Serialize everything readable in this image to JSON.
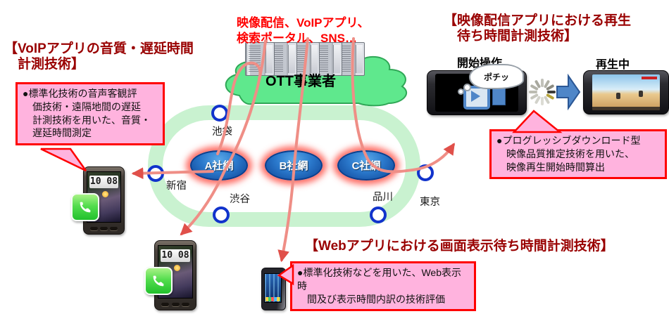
{
  "colors": {
    "accent_red": "#ff0000",
    "title_maroon": "#990000",
    "callout_pink": "#ffb3de",
    "line_salmon": "#ef8e86",
    "ring_green": "#c9f2d0",
    "cloud_green": "#5fe88d",
    "operator_blue": "#1b64b8",
    "station_border_blue": "#1133cc",
    "block_arrow_blue": "#4f86c8"
  },
  "ott": {
    "services_label": "映像配信、VoIPアプリ、\n検索ポータル、SNS…",
    "cloud_label": "OTT事業者"
  },
  "voip_section": {
    "title": "【VoIPアプリの音質・遅延時間\n　計測技術】",
    "callout": "●標準化技術の音声客観評\n　価技術・遠隔地間の遅延\n　計測技術を用いた、音質・\n　遅延時間測定"
  },
  "video_section": {
    "title": "【映像配信アプリにおける再生\n　待ち時間計測技術】",
    "start_label": "開始操作",
    "playing_label": "再生中",
    "tap_bubble": "ポチッ",
    "callout": "●プログレッシブダウンロード型\n　映像品質推定技術を用いた、\n　映像再生開始時間算出"
  },
  "web_section": {
    "title": "【Webアプリにおける画面表示待ち時間計測技術】",
    "callout": "●標準化技術などを用いた、Web表示時\n　間及び表示時間内訳の技術評価"
  },
  "network": {
    "operators": [
      {
        "label": "A社網"
      },
      {
        "label": "B社網"
      },
      {
        "label": "C社網"
      }
    ],
    "stations": [
      {
        "label": "池袋"
      },
      {
        "label": "新宿"
      },
      {
        "label": "渋谷"
      },
      {
        "label": "品川"
      },
      {
        "label": "東京"
      }
    ]
  },
  "phones": {
    "clock": "10 08"
  }
}
